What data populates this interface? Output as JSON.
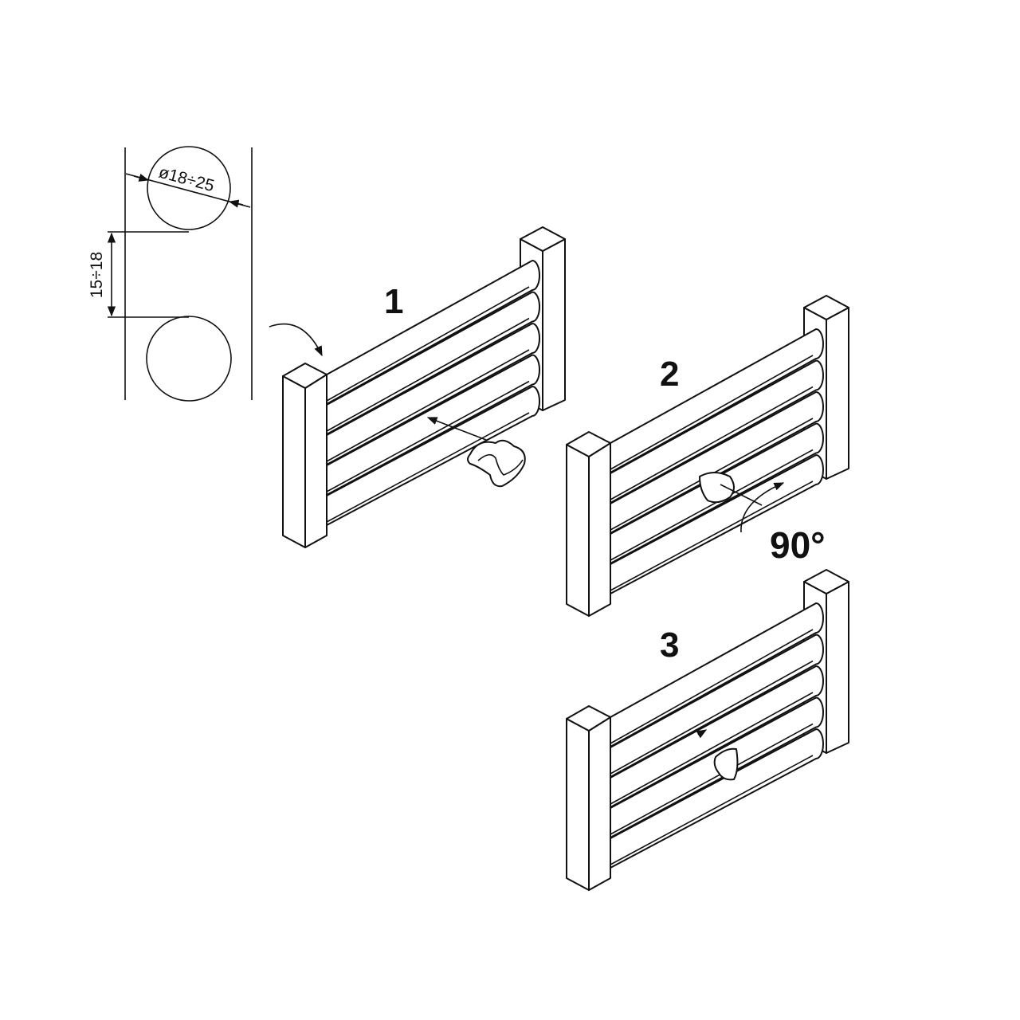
{
  "dimensions": {
    "diameter": "ø18÷25",
    "spacing": "15÷18"
  },
  "steps": [
    {
      "label": "1"
    },
    {
      "label": "2",
      "rotation": "90°"
    },
    {
      "label": "3"
    }
  ]
}
